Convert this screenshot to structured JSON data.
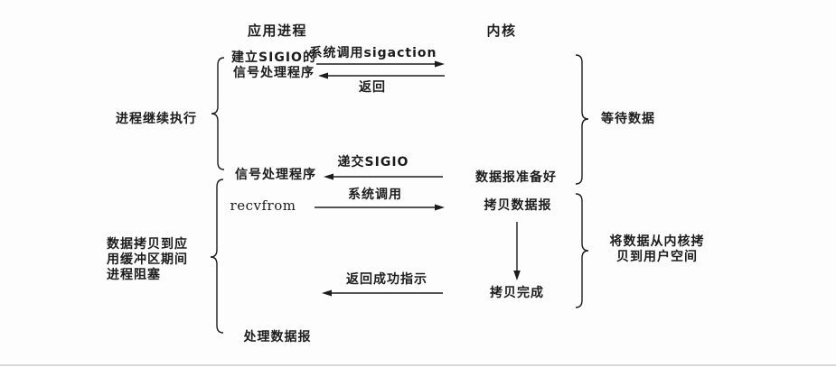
{
  "diagram": {
    "title_context": "signal-driven-io-model",
    "headers": {
      "application": "应用进程",
      "kernel": "内核"
    },
    "app_column": {
      "setup_handler_line1": "建立SIGIO的",
      "setup_handler_line2": "信号处理程序",
      "signal_handler": "信号处理程序",
      "recvfrom": "recvfrom",
      "process_datagram": "处理数据报"
    },
    "kernel_column": {
      "datagram_ready": "数据报准备好",
      "copy_datagram": "拷贝数据报",
      "copy_complete": "拷贝完成"
    },
    "arrow_labels": {
      "sigaction_call": "系统调用sigaction",
      "sigaction_return": "返回",
      "deliver_sigio": "递交SIGIO",
      "recvfrom_call": "系统调用",
      "return_success": "返回成功指示"
    },
    "brace_labels": {
      "process_continues": "进程继续执行",
      "blocked_line1": "数据拷贝到应",
      "blocked_line2": "用缓冲区期间",
      "blocked_line3": "进程阻塞",
      "wait_data": "等待数据",
      "copy_kernel_line1": "将数据从内核拷",
      "copy_kernel_line2": "贝到用户空间"
    },
    "colors": {
      "ink": "#1c1c1c",
      "background": "#fdfdfd",
      "page_edge": "#d9d9d9"
    }
  }
}
